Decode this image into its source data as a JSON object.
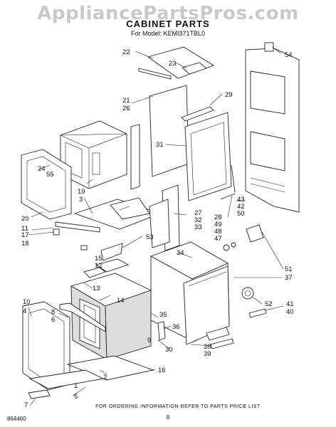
{
  "watermark": "AppliancePartsPros.com",
  "title": "CABINET PARTS",
  "model_line": "For Model: KEMI371TBL0",
  "footer_note": "FOR ORDERING INFORMATION REFER TO PARTS PRICE LIST",
  "page_number": "8",
  "document_number": "864460",
  "callouts": [
    "22",
    "23",
    "54",
    "29",
    "21",
    "26",
    "31",
    "24",
    "55",
    "19",
    "3",
    "20",
    "11",
    "17",
    "18",
    "27",
    "32",
    "33",
    "28",
    "49",
    "48",
    "47",
    "53",
    "34",
    "43",
    "42",
    "50",
    "15",
    "12",
    "51",
    "37",
    "13",
    "14",
    "10",
    "4",
    "8",
    "6",
    "35",
    "9",
    "36",
    "52",
    "41",
    "40",
    "38",
    "39",
    "30",
    "2",
    "16",
    "1",
    "5",
    "7"
  ]
}
